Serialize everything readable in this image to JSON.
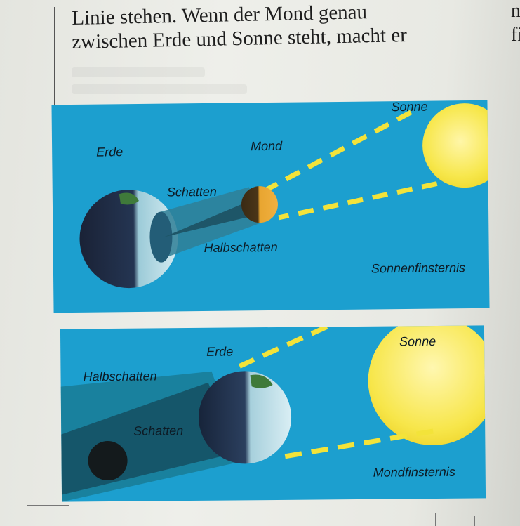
{
  "text": {
    "line1": "Linie stehen. Wenn der Mond genau",
    "line2": "zwischen Erde und Sonne steht, macht er",
    "edge_top": "n",
    "edge_bottom": "fi"
  },
  "solar_eclipse": {
    "sun": "Sonne",
    "earth": "Erde",
    "moon": "Mond",
    "umbra": "Schatten",
    "penumbra": "Halbschatten",
    "caption": "Sonnenfinsternis"
  },
  "lunar_eclipse": {
    "earth": "Erde",
    "sun": "Sonne",
    "penumbra": "Halbschatten",
    "umbra": "Schatten",
    "caption": "Mondfinsternis"
  },
  "colors": {
    "sky": "#1c9fcf",
    "sun": "#f5e64a",
    "ray": "#f3e33a",
    "earth_night": "#1b2a44",
    "earth_day": "#bfe0ea",
    "moon": "#e6a12c"
  }
}
